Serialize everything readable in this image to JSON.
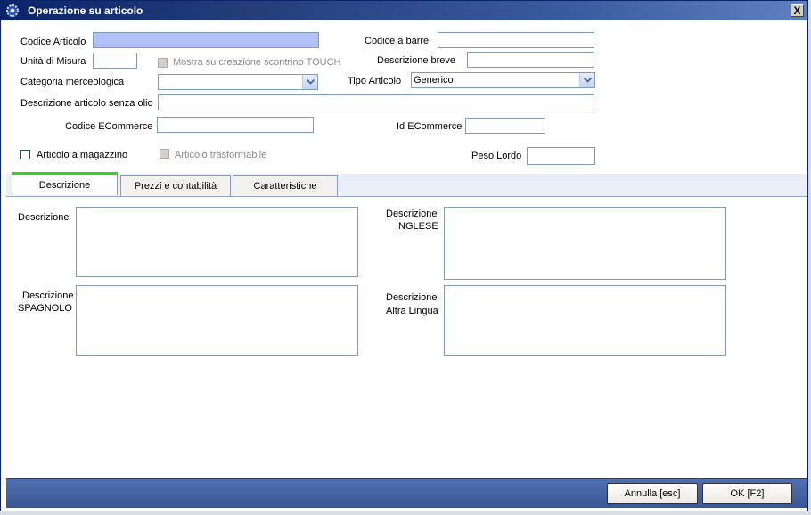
{
  "window": {
    "title": "Operazione su articolo",
    "close_label": "X"
  },
  "form": {
    "codice_articolo": {
      "label": "Codice Articolo",
      "value": ""
    },
    "codice_barre": {
      "label": "Codice a barre",
      "value": ""
    },
    "unita_misura": {
      "label": "Unità di Misura",
      "value": ""
    },
    "mostra_touch": {
      "label": "Mostra su creazione scontrino TOUCH",
      "checked": false,
      "enabled": false
    },
    "descrizione_breve": {
      "label": "Descrizione breve",
      "value": ""
    },
    "categoria": {
      "label": "Categoria merceologica",
      "value": ""
    },
    "tipo_articolo": {
      "label": "Tipo Articolo",
      "value": "Generico"
    },
    "descrizione_senza_olio": {
      "label": "Descrizione articolo senza olio",
      "value": ""
    },
    "codice_ecommerce": {
      "label": "Codice ECommerce",
      "value": ""
    },
    "id_ecommerce": {
      "label": "Id ECommerce",
      "value": ""
    },
    "articolo_magazzino": {
      "label": "Articolo a magazzino",
      "checked": false
    },
    "articolo_trasformabile": {
      "label": "Articolo trasformabile",
      "checked": false,
      "enabled": false
    },
    "peso_lordo": {
      "label": "Peso Lordo",
      "value": ""
    }
  },
  "tabs": [
    {
      "label": "Descrizione",
      "active": true
    },
    {
      "label": "Prezzi e contabilità",
      "active": false
    },
    {
      "label": "Caratteristiche",
      "active": false
    }
  ],
  "descrizione_tab": {
    "descrizione": {
      "label": "Descrizione"
    },
    "inglese": {
      "label_line1": "Descrizione",
      "label_line2": "INGLESE"
    },
    "spagnolo": {
      "label_line1": "Descrizione",
      "label_line2": "SPAGNOLO"
    },
    "altra_lingua": {
      "label_line1": "Descrizione",
      "label_line2": "Altra Lingua"
    }
  },
  "footer": {
    "annulla_label": "Annulla [esc]",
    "ok_label": "OK [F2]"
  },
  "colors": {
    "titlebar": "#0a246a",
    "focus_field": "#b4c0f8",
    "active_tab_accent": "#2fd12f",
    "footer": "#4a66a6"
  }
}
